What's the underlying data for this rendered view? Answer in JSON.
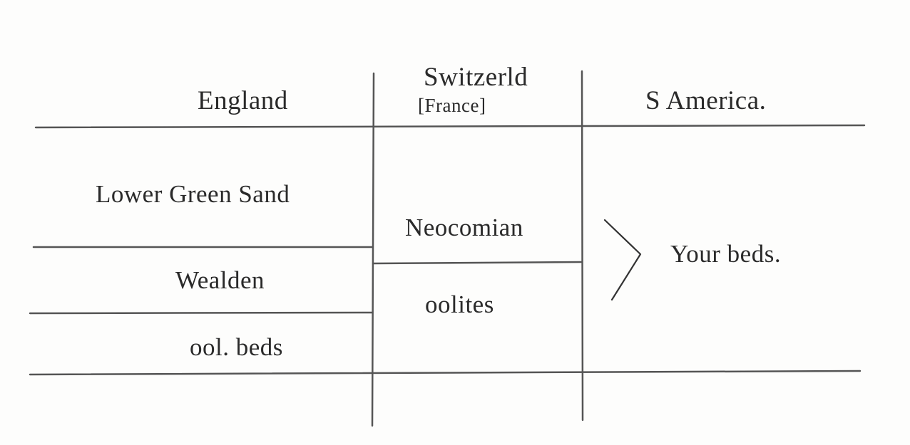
{
  "table": {
    "headers": {
      "england": "England",
      "switzerland": "Switzerld",
      "switzerland_note": "[France]",
      "south_america": "S America."
    },
    "england_column": [
      "Lower Green Sand",
      "Wealden",
      "ool. beds"
    ],
    "switzerland_column": [
      "Neocomian",
      "oolites"
    ],
    "south_america_column": [
      "Your beds."
    ]
  }
}
